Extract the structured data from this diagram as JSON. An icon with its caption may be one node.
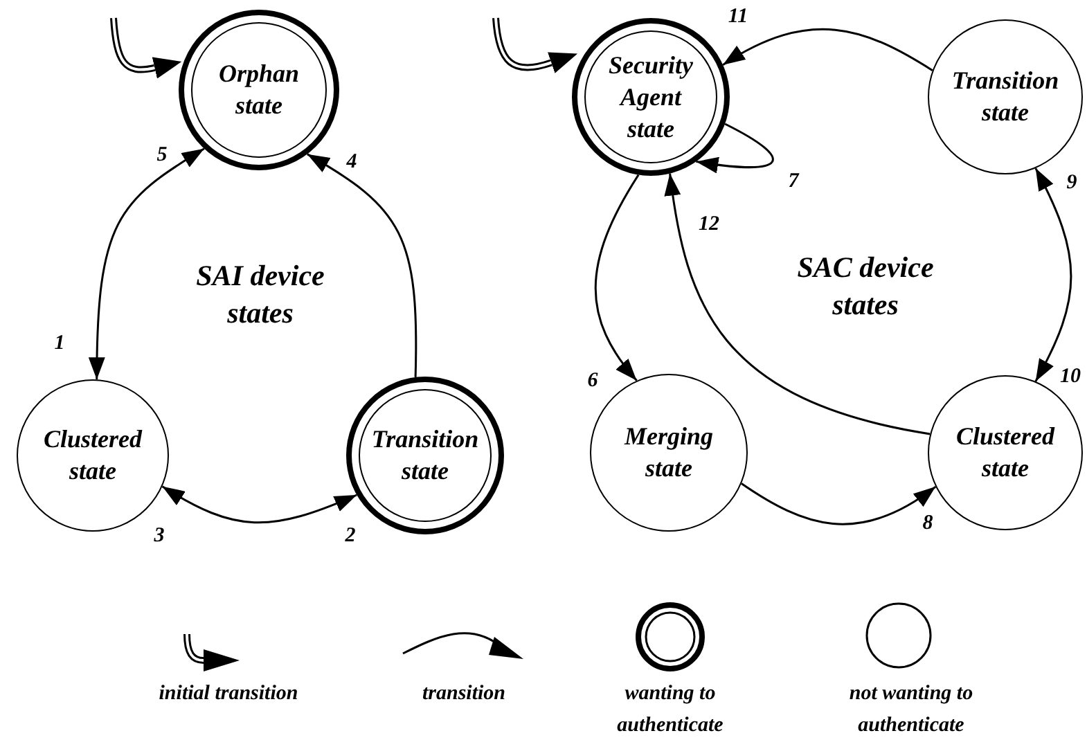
{
  "diagram": {
    "nodes": [
      {
        "text": [
          "Orphan state"
        ]
      },
      {
        "text": [
          "Clustered state"
        ]
      },
      {
        "text": [
          "Transition state"
        ]
      },
      {
        "text": [
          "Security Agent state"
        ]
      },
      {
        "text": [
          "Transition state"
        ]
      },
      {
        "text": [
          "Merging state"
        ]
      },
      {
        "text": [
          "Clustered state"
        ]
      }
    ],
    "edges": [
      {
        "from": null,
        "to": 0,
        "arrow": "to",
        "style": "thick"
      },
      {
        "from": 0,
        "to": 1,
        "arrow": "both"
      },
      {
        "from": 2,
        "to": 0,
        "arrow": "to"
      },
      {
        "from": 1,
        "to": 2,
        "arrow": "both"
      },
      {
        "from": null,
        "to": 3,
        "arrow": "to",
        "style": "thick"
      },
      {
        "from": 4,
        "to": 3,
        "arrow": "to"
      },
      {
        "from": 3,
        "to": 3,
        "arrow": "to"
      },
      {
        "from": 3,
        "to": 5,
        "arrow": "to"
      },
      {
        "from": 6,
        "to": 3,
        "arrow": "to"
      },
      {
        "from": 4,
        "to": 6,
        "arrow": "both"
      },
      {
        "from": 5,
        "to": 6,
        "arrow": "to"
      }
    ],
    "labels": [
      "11",
      "5",
      "4",
      "7",
      "9",
      "12",
      "SAI device states",
      "SAC device states",
      "1",
      "6",
      "10",
      "3",
      "2",
      "8"
    ],
    "legend": [
      {
        "text": "initial transition"
      },
      {
        "text": "transition"
      },
      {
        "text": "wanting to authenticate"
      },
      {
        "text": "not wanting to authenticate"
      }
    ]
  }
}
